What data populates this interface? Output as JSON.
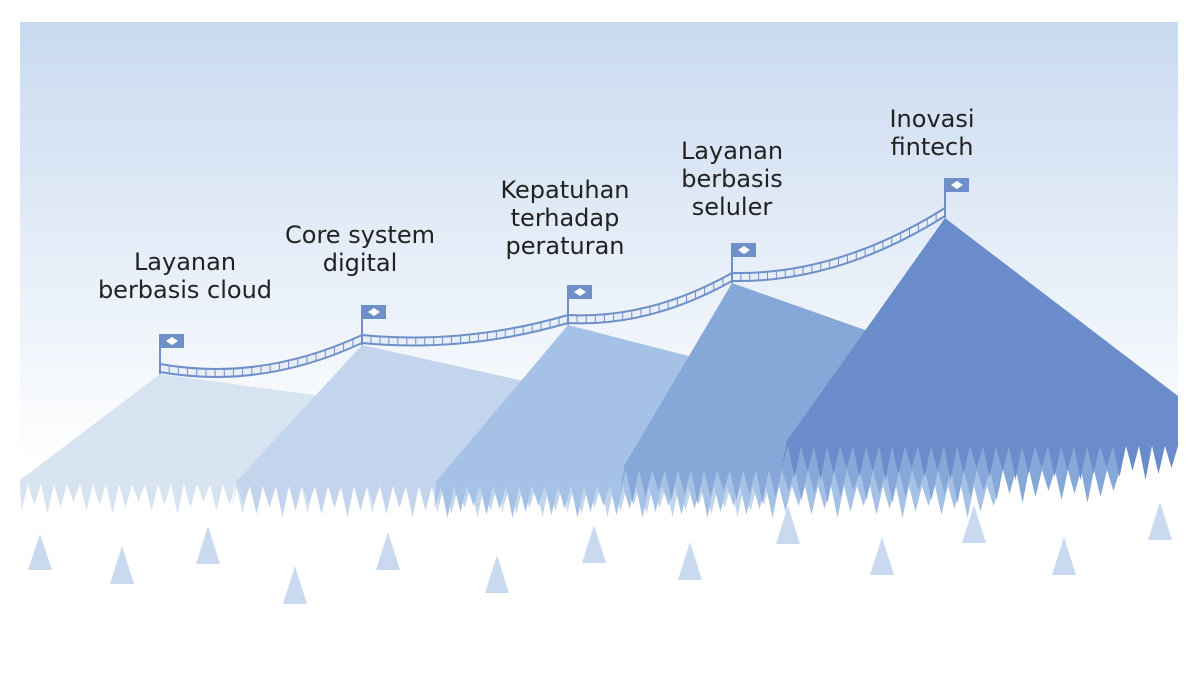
{
  "colors": {
    "sky_top": "#c9daf0",
    "sky_bottom": "#ffffff",
    "rope": "#6f8fc8",
    "rope_fill": "#e8eef8",
    "flag": "#6f8fc8",
    "flag_mark": "#ffffff",
    "tree": "#c9daf0",
    "text": "#222222",
    "mountains": [
      "#d8e3f1",
      "#c3d5ec",
      "#a5c2e6",
      "#86a8d8",
      "#6b8cca"
    ]
  },
  "milestones": [
    {
      "name": "Layanan berbasis cloud",
      "lines": [
        "Layanan",
        "berbasis cloud"
      ]
    },
    {
      "name": "Core system digital",
      "lines": [
        "Core system",
        "digital"
      ]
    },
    {
      "name": "Kepatuhan terhadap peraturan",
      "lines": [
        "Kepatuhan",
        "terhadap",
        "peraturan"
      ]
    },
    {
      "name": "Layanan berbasis seluler",
      "lines": [
        "Layanan",
        "berbasis",
        "seluler"
      ]
    },
    {
      "name": "Inovasi fintech",
      "lines": [
        "Inovasi",
        "fintech"
      ]
    }
  ]
}
